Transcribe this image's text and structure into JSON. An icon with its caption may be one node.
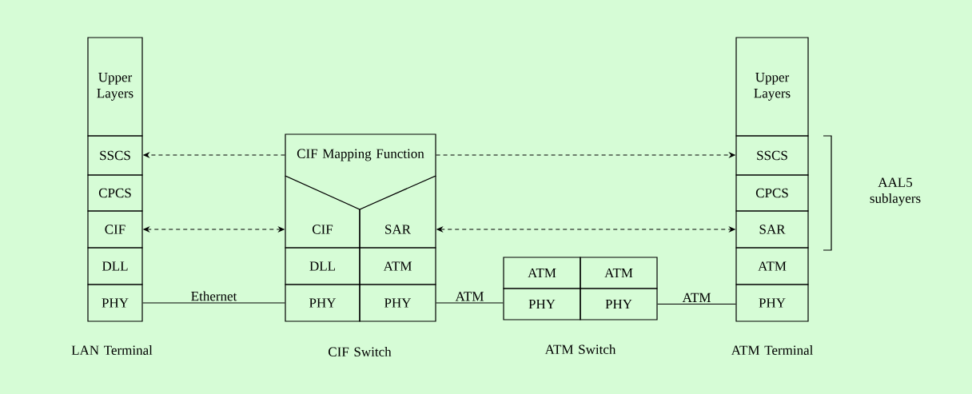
{
  "diagram": {
    "nodes": [
      {
        "text": [
          "Upper Layers"
        ]
      },
      {
        "text": [
          "SSCS"
        ]
      },
      {
        "text": [
          "CPCS"
        ]
      },
      {
        "text": [
          "CIF"
        ]
      },
      {
        "text": [
          "DLL"
        ]
      },
      {
        "text": [
          "PHY"
        ]
      },
      {
        "text": [
          "CIF Mapping Function"
        ]
      },
      {
        "text": [
          "CIF"
        ]
      },
      {
        "text": [
          "SAR"
        ]
      },
      {
        "text": [
          "DLL"
        ]
      },
      {
        "text": [
          "ATM"
        ]
      },
      {
        "text": [
          "PHY"
        ]
      },
      {
        "text": [
          "PHY"
        ]
      },
      {
        "text": [
          "ATM"
        ]
      },
      {
        "text": [
          "ATM"
        ]
      },
      {
        "text": [
          "PHY"
        ]
      },
      {
        "text": [
          "PHY"
        ]
      },
      {
        "text": [
          "Upper Layers"
        ]
      },
      {
        "text": [
          "SSCS"
        ]
      },
      {
        "text": [
          "CPCS"
        ]
      },
      {
        "text": [
          "SAR"
        ]
      },
      {
        "text": [
          "ATM"
        ]
      },
      {
        "text": [
          "PHY"
        ]
      }
    ],
    "edges": [
      {
        "from": 6,
        "to": 1,
        "arrow": "to",
        "style": "dashed"
      },
      {
        "from": 6,
        "to": 18,
        "arrow": "to",
        "style": "dashed"
      },
      {
        "from": 3,
        "to": 7,
        "arrow": "both",
        "style": "dashed"
      },
      {
        "from": 8,
        "to": 20,
        "arrow": "both",
        "style": "dashed"
      },
      {
        "from": 5,
        "to": 11,
        "arrow": "none",
        "label": "Ethernet"
      },
      {
        "from": 12,
        "to": 15,
        "arrow": "none",
        "label": "ATM"
      },
      {
        "from": 16,
        "to": 22,
        "arrow": "none",
        "label": "ATM"
      }
    ],
    "labels": [
      "AAL5 sublayers",
      "LAN Terminal",
      "CIF Switch",
      "ATM Switch",
      "ATM Terminal"
    ]
  }
}
